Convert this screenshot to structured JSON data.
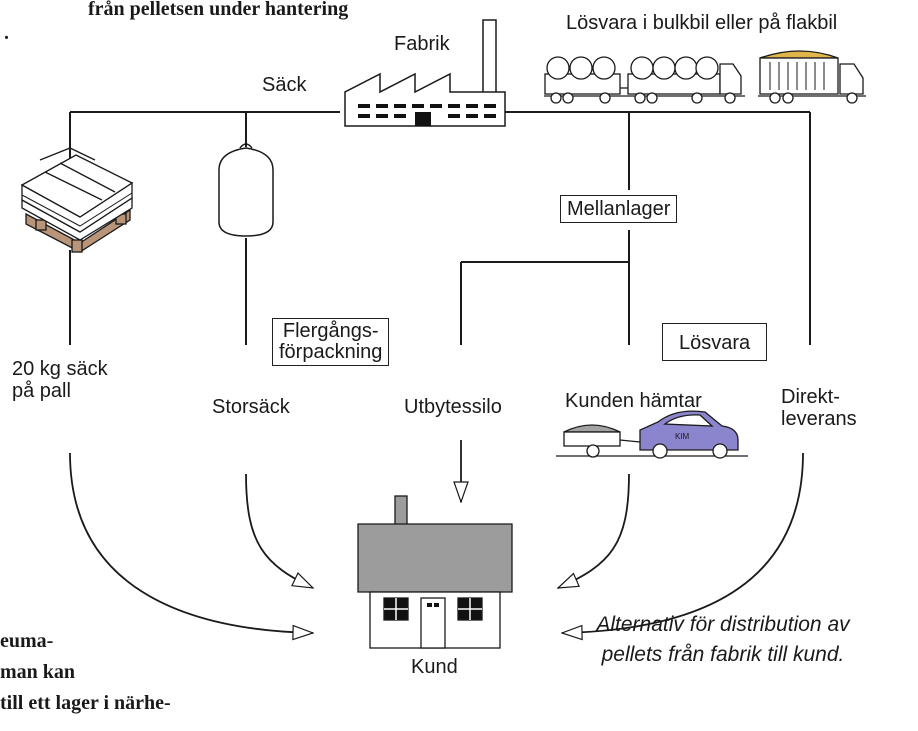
{
  "header_fragment": "från pelletsen under hantering",
  "header_mark": ".",
  "factory_label": "Fabrik",
  "bulk_label": "Lösvara i bulkbil eller på flakbil",
  "sack_label": "Säck",
  "intermediate_label": "Mellanlager",
  "reusable_label_line1": "Flergångs-",
  "reusable_label_line2": "förpackning",
  "loose_label": "Lösvara",
  "routes": {
    "pallet_line1": "20 kg säck",
    "pallet_line2": "på pall",
    "bigbag": "Storsäck",
    "silo": "Utbytessilo",
    "pickup": "Kunden hämtar",
    "direct_line1": "Direkt-",
    "direct_line2": "leverans"
  },
  "car_logo": "KIM",
  "customer_label": "Kund",
  "caption_line1": "Alternativ för distribution av",
  "caption_line2": "pellets från fabrik till kund.",
  "body_text": {
    "line1": "eumа-",
    "line2": "man kan",
    "line3": "till ett lager i närhe-"
  },
  "colors": {
    "line": "#1a1a1a",
    "roof": "#9c9c9c",
    "pallet": "#b89478",
    "car": "#8a85cc",
    "trailer_load": "#a3a3a3",
    "wood_load": "#e0b64a"
  }
}
